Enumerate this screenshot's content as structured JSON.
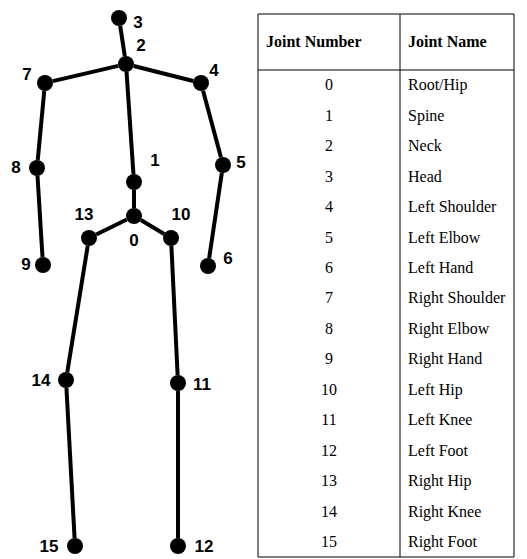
{
  "diagram": {
    "nodes": [
      {
        "text": [
          "3"
        ]
      },
      {
        "text": [
          "2"
        ]
      },
      {
        "text": [
          "7"
        ]
      },
      {
        "text": [
          "4"
        ]
      },
      {
        "text": [
          "5"
        ]
      },
      {
        "text": [
          "8"
        ]
      },
      {
        "text": [
          "1"
        ]
      },
      {
        "text": [
          "0"
        ]
      },
      {
        "text": [
          "13"
        ]
      },
      {
        "text": [
          "10"
        ]
      },
      {
        "text": [
          "9"
        ]
      },
      {
        "text": [
          "6"
        ]
      },
      {
        "text": [
          "14"
        ]
      },
      {
        "text": [
          "11"
        ]
      },
      {
        "text": [
          "15"
        ]
      },
      {
        "text": [
          "12"
        ]
      }
    ],
    "edges": [
      {
        "from": 0,
        "to": 1,
        "arrow": "none"
      },
      {
        "from": 1,
        "to": 2,
        "arrow": "none"
      },
      {
        "from": 1,
        "to": 3,
        "arrow": "none"
      },
      {
        "from": 1,
        "to": 6,
        "arrow": "none"
      },
      {
        "from": 2,
        "to": 5,
        "arrow": "none"
      },
      {
        "from": 5,
        "to": 10,
        "arrow": "none"
      },
      {
        "from": 3,
        "to": 4,
        "arrow": "none"
      },
      {
        "from": 4,
        "to": 11,
        "arrow": "none"
      },
      {
        "from": 6,
        "to": 7,
        "arrow": "none"
      },
      {
        "from": 7,
        "to": 8,
        "arrow": "none"
      },
      {
        "from": 7,
        "to": 9,
        "arrow": "none"
      },
      {
        "from": 8,
        "to": 12,
        "arrow": "none"
      },
      {
        "from": 12,
        "to": 14,
        "arrow": "none"
      },
      {
        "from": 9,
        "to": 13,
        "arrow": "none"
      },
      {
        "from": 13,
        "to": 15,
        "arrow": "none"
      }
    ],
    "labels": [
      "Joint Number",
      "Joint Name",
      "0",
      "Root/Hip",
      "1",
      "Spine",
      "2",
      "Neck",
      "3",
      "Head",
      "4",
      "Left Shoulder",
      "5",
      "Left Elbow",
      "6",
      "Left Hand",
      "7",
      "Right Shoulder",
      "8",
      "Right Elbow",
      "9",
      "Right Hand",
      "10",
      "Left Hip",
      "11",
      "Left Knee",
      "12",
      "Left Foot",
      "13",
      "Right Hip",
      "14",
      "Right Knee",
      "15",
      "Right Foot"
    ]
  }
}
